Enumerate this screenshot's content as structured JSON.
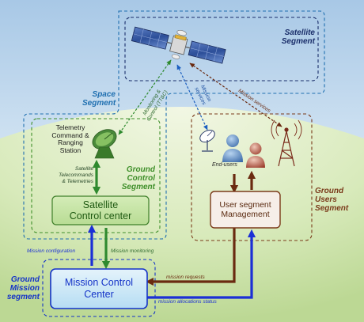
{
  "colors": {
    "space_blue": "#1f6fb0",
    "ground_control_green": "#3f8f2a",
    "ground_users_brown": "#7a3a1a",
    "mission_blue": "#1433c8",
    "arrow_green": "#2f8a2f",
    "arrow_brown": "#6a2a10",
    "arrow_blue": "#1b2fd6"
  },
  "icons": [
    "satellite-icon",
    "dish-antenna-icon",
    "user-icon",
    "radio-tower-icon"
  ],
  "segments": {
    "satellite": {
      "label_line1": "Satellite",
      "label_line2": "Segment"
    },
    "space": {
      "label_line1": "Space",
      "label_line2": "Segment"
    },
    "ground_control": {
      "label_line1": "Ground",
      "label_line2": "Control",
      "label_line3": "Segment"
    },
    "ground_users": {
      "label_line1": "Ground",
      "label_line2": "Users",
      "label_line3": "Segment"
    },
    "ground_mission": {
      "label_line1": "Ground",
      "label_line2": "Mission",
      "label_line3": "segment"
    }
  },
  "nodes": {
    "ttc_station": {
      "line1": "Telemetry",
      "line2": "Command &",
      "line3": "Ranging",
      "line4": "Station"
    },
    "satellite_control_center": {
      "line1": "Satellite",
      "line2": "Control center"
    },
    "user_segment_management": {
      "line1": "User segment",
      "line2": "Management"
    },
    "mission_control_center": {
      "line1": "Mission Control",
      "line2": "Center"
    },
    "end_users": "End-users"
  },
  "links": {
    "telecommands_telemetries": {
      "line1": "Satellite",
      "line2": "Telecommands",
      "line3": "& Telemetries"
    },
    "monitoring_control": {
      "line1": "Monitoring &",
      "line2": "Control (TT&C)"
    },
    "mission_services": {
      "line1": "Mission",
      "line2": "services"
    },
    "mission_services_right": "Mission services",
    "mission_configuration": "Mission configuration",
    "mission_monitoring": "Mission monitoring",
    "mission_requests": "mission requests",
    "mission_allocations_status": "mission allocations status"
  }
}
